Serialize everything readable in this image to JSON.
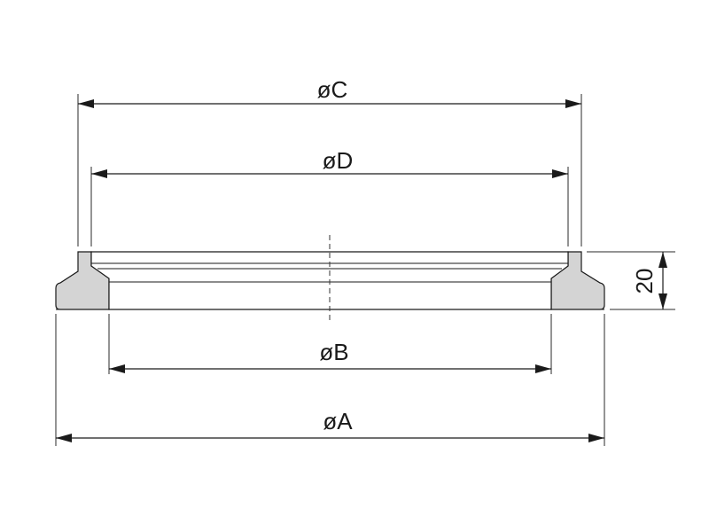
{
  "dimensions": {
    "c_label": "øC",
    "d_label": "øD",
    "b_label": "øB",
    "a_label": "øA",
    "height_label": "20"
  },
  "colors": {
    "part_fill": "#d4d4d4",
    "line": "#1a1a1a",
    "background": "#ffffff"
  }
}
